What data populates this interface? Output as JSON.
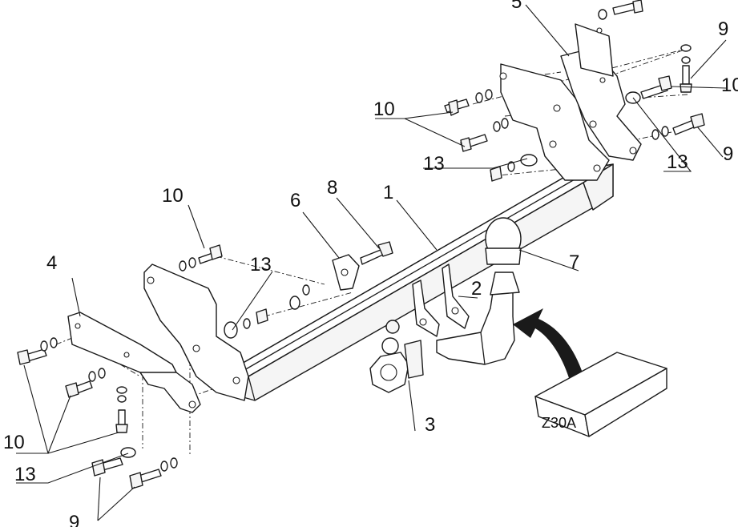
{
  "callouts": {
    "part_1": "1",
    "part_2": "2",
    "part_3": "3",
    "part_4": "4",
    "part_5": "5",
    "part_6": "6",
    "part_7": "7",
    "part_8": "8",
    "part_9_right": "9",
    "part_9_right_top": "9",
    "part_9_left": "9",
    "part_10_top_mid": "10",
    "part_10_top_left": "10",
    "part_10_right": "10",
    "part_10_left": "10",
    "part_13_mid": "13",
    "part_13_left_plate": "13",
    "part_13_right": "13",
    "part_13_left": "13"
  },
  "box_label": "Z30A",
  "colors": {
    "ink": "#1a1a1a",
    "fill": "#f5f5f5",
    "background": "#ffffff"
  }
}
